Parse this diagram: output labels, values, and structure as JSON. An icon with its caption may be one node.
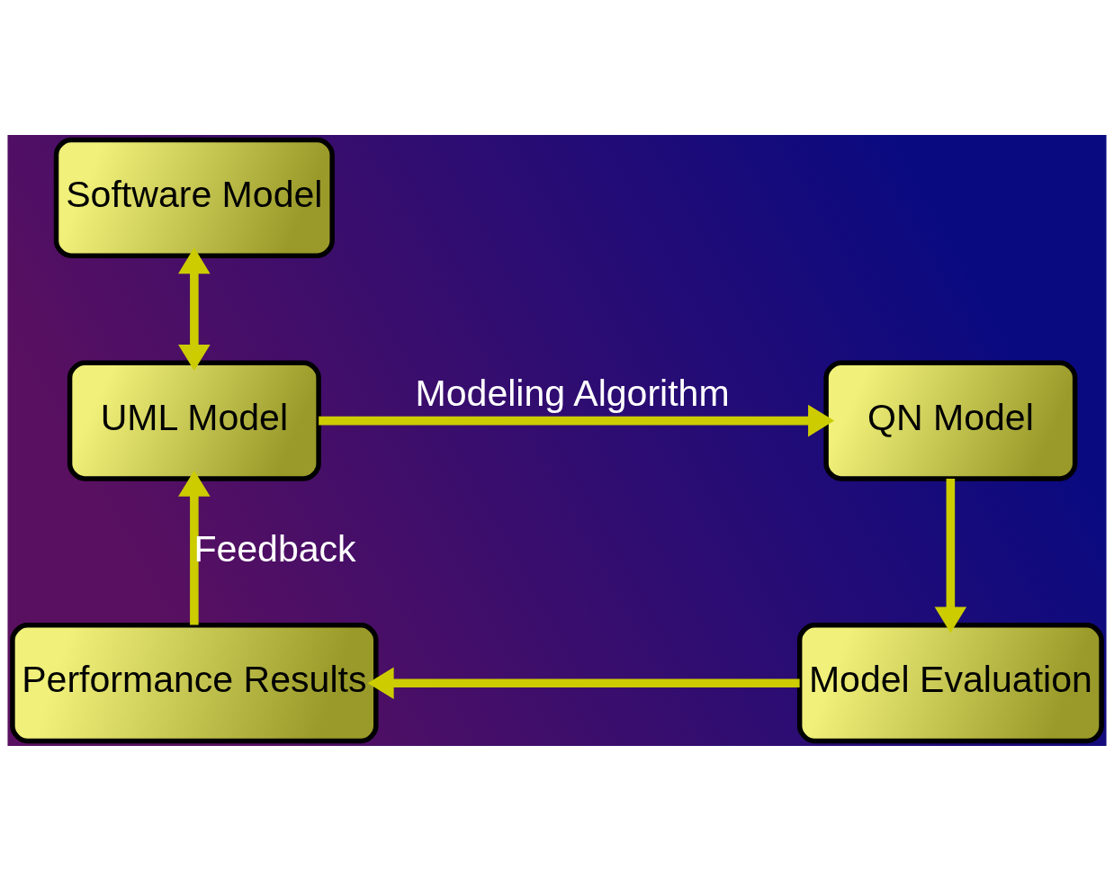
{
  "diagram": {
    "nodes": [
      {
        "text": [
          "Software Model"
        ]
      },
      {
        "text": [
          "UML Model"
        ]
      },
      {
        "text": [
          "QN Model"
        ]
      },
      {
        "text": [
          "Model Evaluation"
        ]
      },
      {
        "text": [
          "Performance Results"
        ]
      }
    ],
    "edges": [
      {
        "from": 0,
        "to": 1,
        "arrow": "both"
      },
      {
        "from": 1,
        "to": 2,
        "arrow": "to",
        "label": "Modeling Algorithm"
      },
      {
        "from": 2,
        "to": 3,
        "arrow": "to"
      },
      {
        "from": 3,
        "to": 4,
        "arrow": "to"
      },
      {
        "from": 4,
        "to": 1,
        "arrow": "to",
        "label": "Feedback"
      }
    ]
  }
}
